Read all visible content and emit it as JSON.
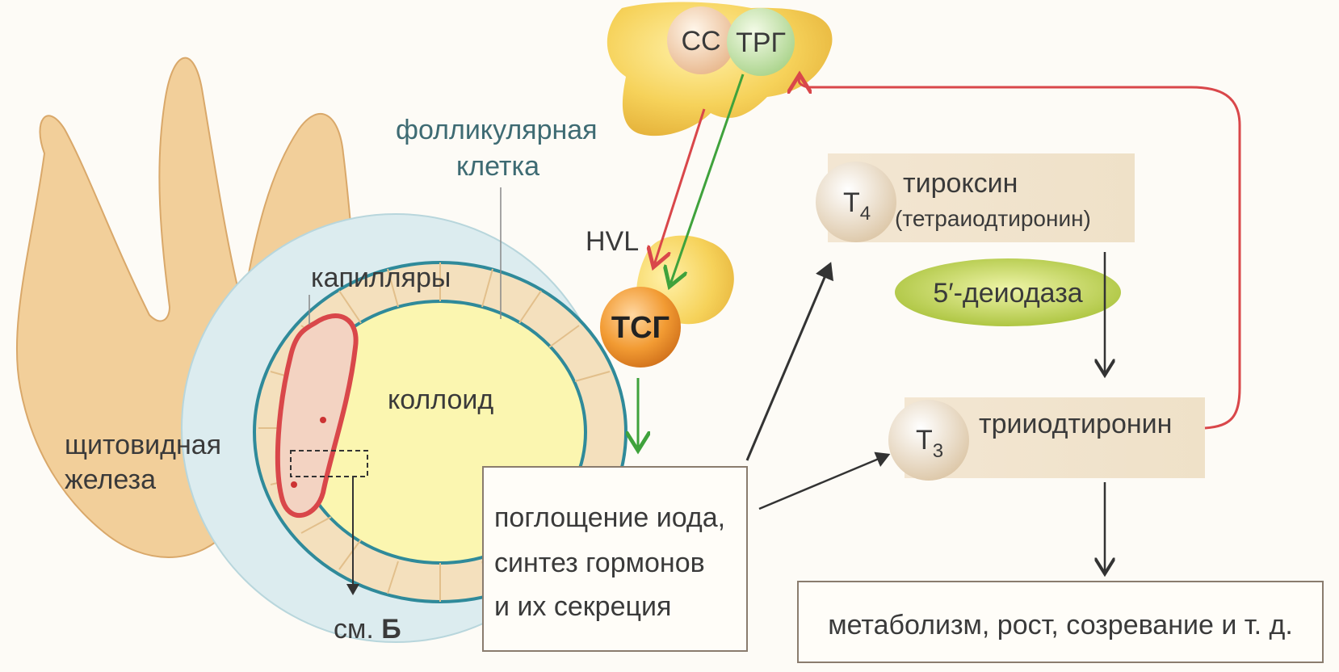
{
  "labels": {
    "thyroid": [
      "щитовидная",
      "железа"
    ],
    "follicular_cell": [
      "фолликулярная",
      "клетка"
    ],
    "capillaries": "капилляры",
    "colloid": "коллоид",
    "see_b_prefix": "см.",
    "see_b_letter": "Б",
    "hvl": "HVL",
    "ss": "СС",
    "trg": "ТРГ",
    "tsg": "ТСГ",
    "iodine_box": [
      "поглощение иода,",
      "синтез гормонов",
      "и их секреция"
    ],
    "t4_symbol": "T",
    "t4_sub": "4",
    "thyroxine": "тироксин",
    "tetraiodothyronine": "(тетраиодтиронин)",
    "deiodase": "5′-деиодаза",
    "t3_symbol": "T",
    "t3_sub": "3",
    "triiodothyronine": "трииодтиронин",
    "effects": "метаболизм, рост, созревание и т. д."
  },
  "colors": {
    "gland": "#f2cf9a",
    "pituitary": "#f6d25a",
    "capillary_red": "#d9474a",
    "follicle_teal": "#2f8a9a",
    "colloid": "#fbf6b0",
    "arrow_green": "#3fa23c",
    "arrow_red": "#d9474a",
    "arrow_dark": "#333333",
    "deiodase": "#c8d85a"
  }
}
